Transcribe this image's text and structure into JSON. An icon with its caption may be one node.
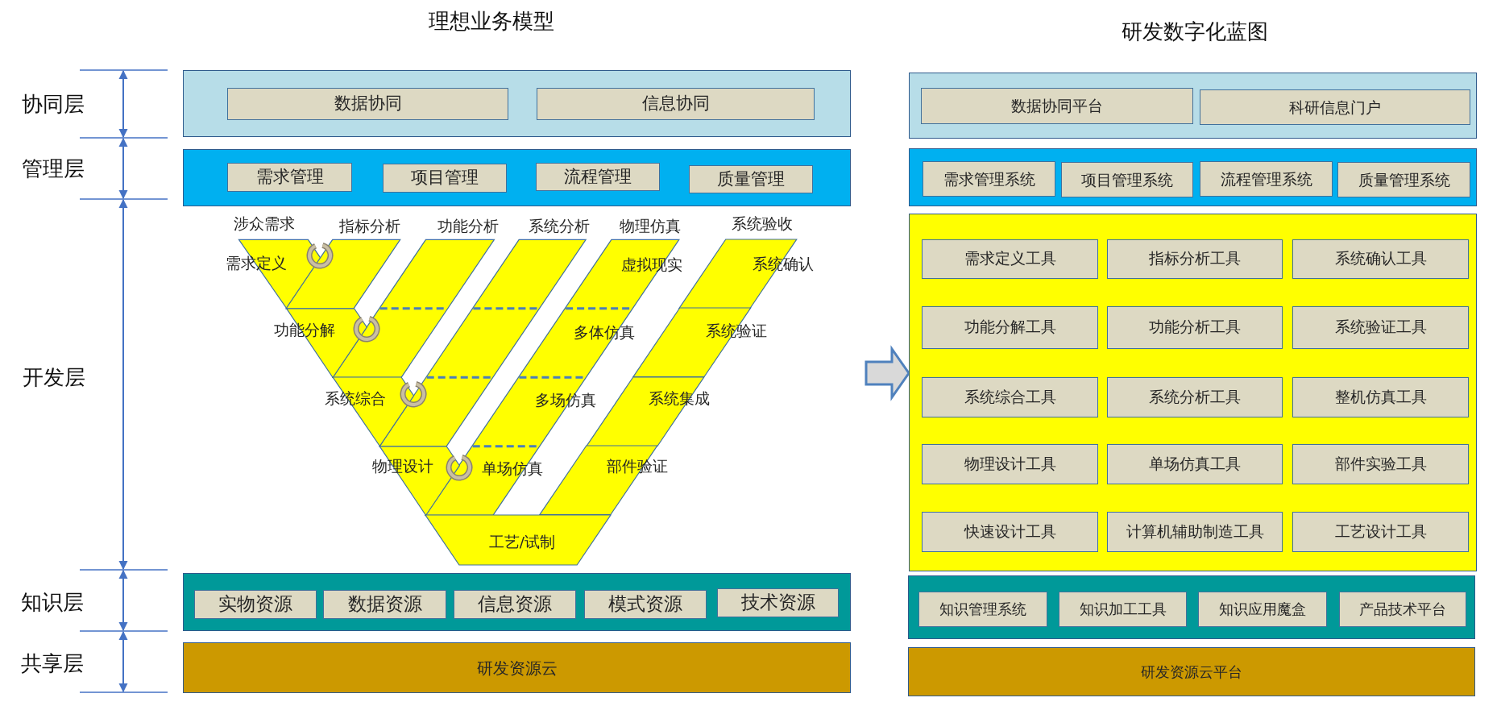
{
  "diagram": {
    "nodes": [
      {
        "text": [],
        "shape": "box"
      },
      {
        "text": [
          "数据协同"
        ],
        "in": 0
      },
      {
        "text": [
          "信息协同"
        ],
        "in": 0
      },
      {
        "text": [],
        "shape": "box"
      },
      {
        "text": [
          "需求管理"
        ],
        "in": 3
      },
      {
        "text": [
          "项目管理"
        ],
        "in": 3
      },
      {
        "text": [
          "流程管理"
        ],
        "in": 3
      },
      {
        "text": [
          "质量管理"
        ],
        "in": 3
      },
      {
        "text": [
          "涉众需求",
          "需求定义"
        ]
      },
      {
        "text": [
          "指标分析"
        ]
      },
      {
        "text": [
          "功能分析"
        ]
      },
      {
        "text": [
          "系统分析"
        ]
      },
      {
        "text": [
          "物理仿真",
          "虚拟现实",
          "多体仿真",
          "多场仿真",
          "单场仿真"
        ]
      },
      {
        "text": [
          "系统验收"
        ]
      },
      {
        "text": [
          "系统确认"
        ],
        "in": 13
      },
      {
        "text": [
          "系统验证"
        ],
        "in": 13
      },
      {
        "text": [
          "系统集成"
        ],
        "in": 13
      },
      {
        "text": [
          "部件验证"
        ],
        "in": 13
      },
      {
        "text": [
          "功能分解"
        ]
      },
      {
        "text": [
          "系统综合"
        ]
      },
      {
        "text": [
          "物理设计"
        ]
      },
      {
        "text": [
          "工艺/试制"
        ]
      },
      {
        "text": [],
        "shape": "box"
      },
      {
        "text": [
          "实物资源"
        ],
        "in": 22
      },
      {
        "text": [
          "数据资源"
        ],
        "in": 22
      },
      {
        "text": [
          "信息资源"
        ],
        "in": 22
      },
      {
        "text": [
          "模式资源"
        ],
        "in": 22
      },
      {
        "text": [
          "技术资源"
        ],
        "in": 22
      },
      {
        "text": [
          "研发资源云"
        ]
      },
      {
        "text": [],
        "shape": "box"
      },
      {
        "text": [
          "数据协同平台"
        ],
        "in": 29
      },
      {
        "text": [
          "科研信息门户"
        ],
        "in": 29
      },
      {
        "text": [],
        "shape": "box"
      },
      {
        "text": [
          "需求管理系统"
        ],
        "in": 32
      },
      {
        "text": [
          "项目管理系统"
        ],
        "in": 32
      },
      {
        "text": [
          "流程管理系统"
        ],
        "in": 32
      },
      {
        "text": [
          "质量管理系统"
        ],
        "in": 32
      },
      {
        "text": [],
        "shape": "box"
      },
      {
        "text": [
          "需求定义工具"
        ],
        "in": 37
      },
      {
        "text": [
          "指标分析工具"
        ],
        "in": 37
      },
      {
        "text": [
          "系统确认工具"
        ],
        "in": 37
      },
      {
        "text": [
          "功能分解工具"
        ],
        "in": 37
      },
      {
        "text": [
          "功能分析工具"
        ],
        "in": 37
      },
      {
        "text": [
          "系统验证工具"
        ],
        "in": 37
      },
      {
        "text": [
          "系统综合工具"
        ],
        "in": 37
      },
      {
        "text": [
          "系统分析工具"
        ],
        "in": 37
      },
      {
        "text": [
          "整机仿真工具"
        ],
        "in": 37
      },
      {
        "text": [
          "物理设计工具"
        ],
        "in": 37
      },
      {
        "text": [
          "单场仿真工具"
        ],
        "in": 37
      },
      {
        "text": [
          "部件实验工具"
        ],
        "in": 37
      },
      {
        "text": [
          "快速设计工具"
        ],
        "in": 37
      },
      {
        "text": [
          "计算机辅助制造工具"
        ],
        "in": 37
      },
      {
        "text": [
          "工艺设计工具"
        ],
        "in": 37
      },
      {
        "text": [],
        "shape": "box"
      },
      {
        "text": [
          "知识管理系统"
        ],
        "in": 53
      },
      {
        "text": [
          "知识加工工具"
        ],
        "in": 53
      },
      {
        "text": [
          "知识应用魔盒"
        ],
        "in": 53
      },
      {
        "text": [
          "产品技术平台"
        ],
        "in": 53
      },
      {
        "text": [
          "研发资源云平台"
        ]
      }
    ],
    "edges": [
      {
        "from": null,
        "to": 37,
        "arrow": "to"
      }
    ],
    "labels": [
      "理想业务模型",
      "研发数字化蓝图",
      "协同层",
      "管理层",
      "开发层",
      "知识层",
      "共享层"
    ]
  }
}
